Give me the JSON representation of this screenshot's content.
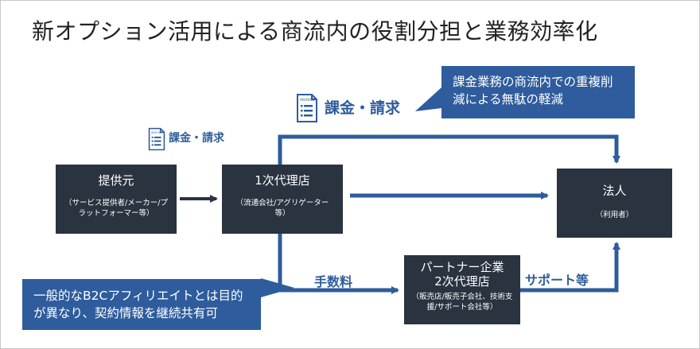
{
  "title": "新オプション活用による商流内の役割分担と業務効率化",
  "nodes": {
    "provider": {
      "main": "提供元",
      "sub": "（サービス提供者/メーカー/プラットフォーマー等）"
    },
    "primary": {
      "main": "1次代理店",
      "sub": "（流通会社/アグリゲーター等）"
    },
    "corporate": {
      "main": "法人",
      "sub": "（利用者）"
    },
    "partner": {
      "main": "パートナー企業 2次代理店",
      "sub": "（販売店/販売子会社、技術支援/サポート会社等）"
    }
  },
  "labels": {
    "billing_top": "課金・請求",
    "billing_small": "課金・請求",
    "fee": "手数料",
    "support": "サポート等",
    "invoice_icon_text": "INVOICE"
  },
  "callouts": {
    "top_right": "課金業務の商流内での重複削減による無駄の軽減",
    "bottom_left": "一般的なB2Cアフィリエイトとは目的が異なり、契約情報を継続共有可"
  },
  "colors": {
    "box_dark": "#2a3340",
    "accent_blue": "#2e5c9c",
    "arrow_dark": "#2a3340"
  },
  "icons": [
    "invoice-icon"
  ]
}
